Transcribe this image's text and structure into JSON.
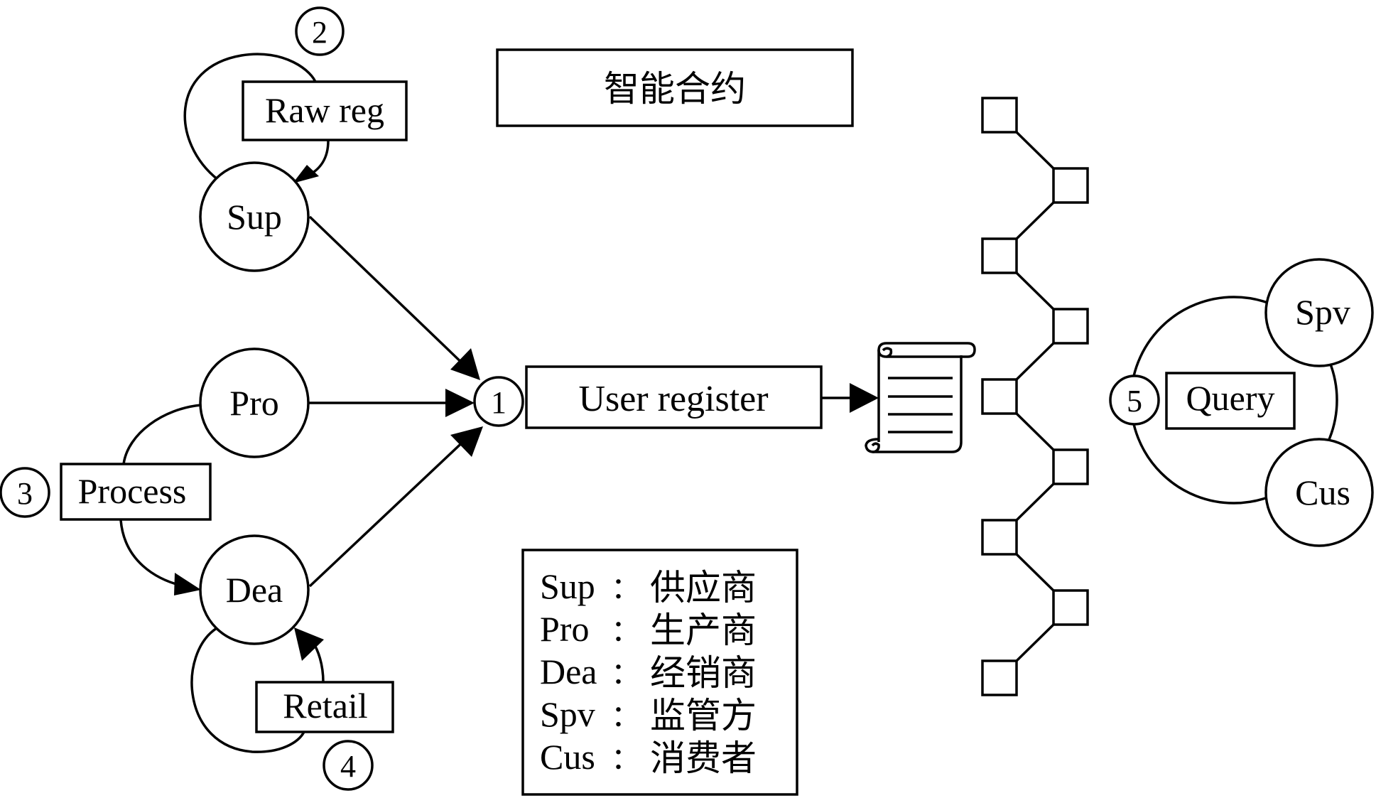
{
  "title": "智能合约",
  "step_markers": [
    "1",
    "2",
    "3",
    "4",
    "5"
  ],
  "actors": {
    "sup": "Sup",
    "pro": "Pro",
    "dea": "Dea",
    "spv": "Spv",
    "cus": "Cus"
  },
  "actions": {
    "user_register": "User register",
    "raw_reg": "Raw reg",
    "process": "Process",
    "retail": "Retail",
    "query": "Query"
  },
  "icons": {
    "contract": "scroll-document-icon",
    "blockchain": "blockchain-icon"
  },
  "blockchain_blocks": 9,
  "legend": [
    {
      "abbr": "Sup",
      "sep": "：",
      "meaning": "供应商"
    },
    {
      "abbr": "Pro",
      "sep": "：",
      "meaning": "生产商"
    },
    {
      "abbr": "Dea",
      "sep": "：",
      "meaning": "经销商"
    },
    {
      "abbr": "Spv",
      "sep": "：",
      "meaning": "监管方"
    },
    {
      "abbr": "Cus",
      "sep": "：",
      "meaning": "消费者"
    }
  ]
}
